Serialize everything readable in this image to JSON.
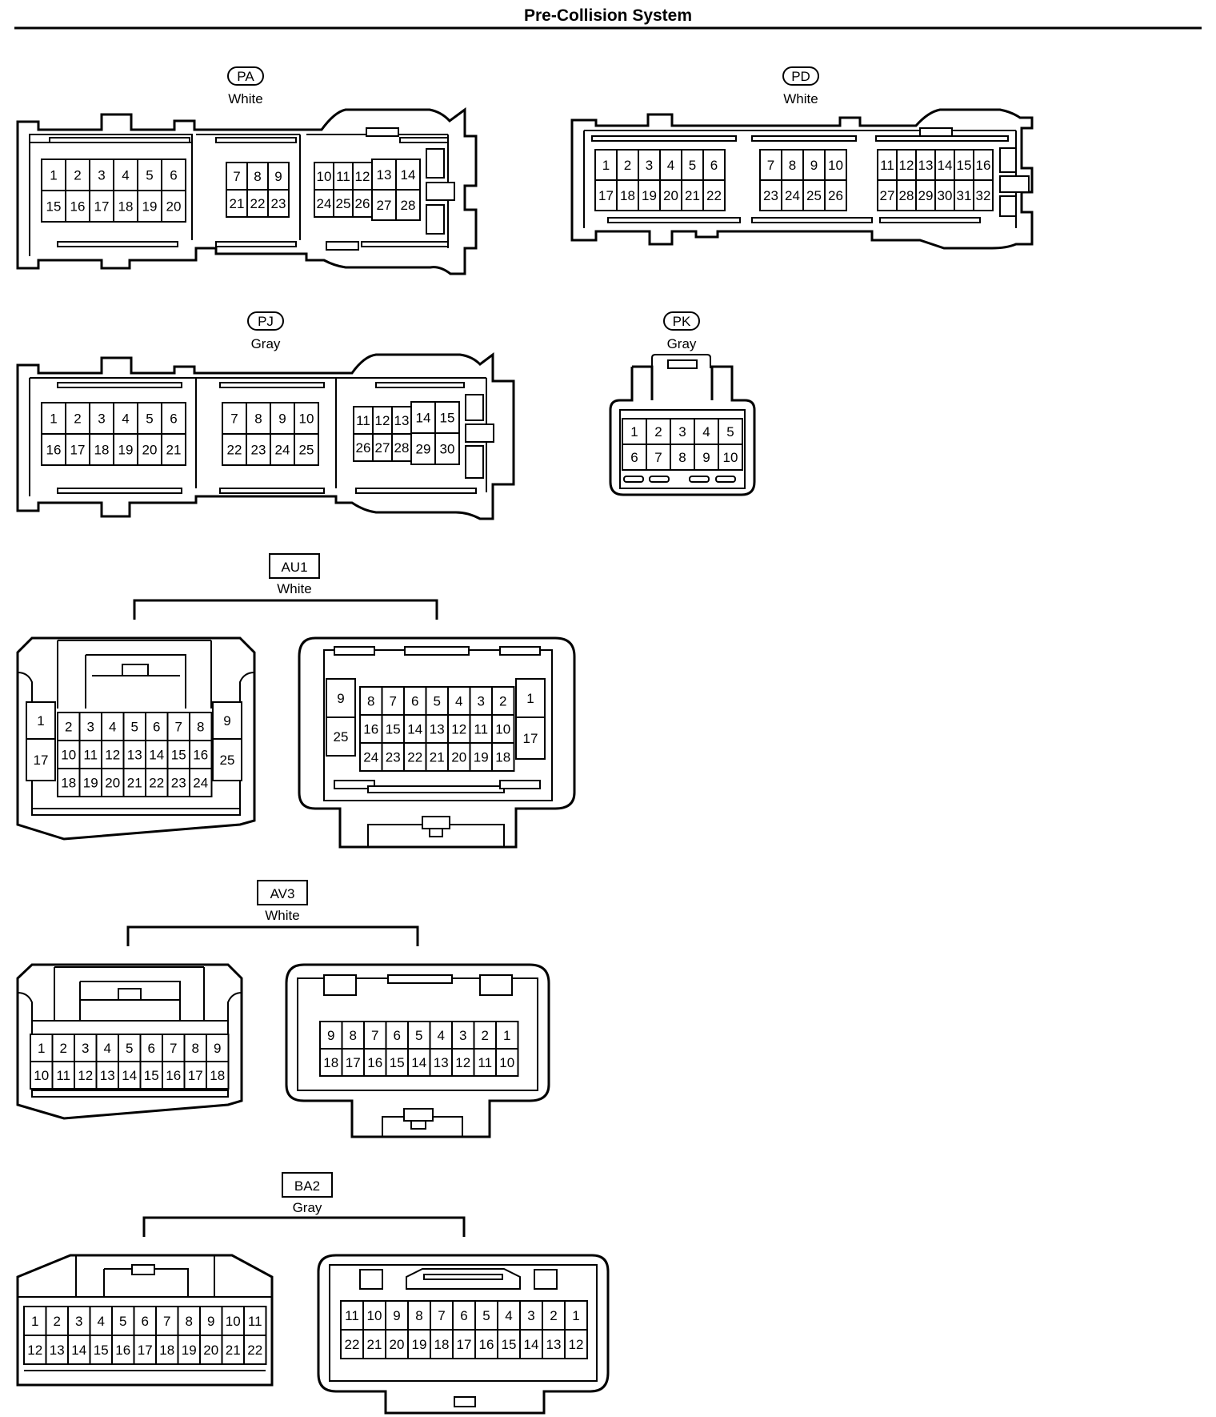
{
  "page_title": "Pre-Collision System",
  "connectors": [
    {
      "id": "PA",
      "color": "White",
      "shape": "rounded"
    },
    {
      "id": "PD",
      "color": "White",
      "shape": "rounded"
    },
    {
      "id": "PJ",
      "color": "Gray",
      "shape": "rounded"
    },
    {
      "id": "PK",
      "color": "Gray",
      "shape": "rounded"
    },
    {
      "id": "AU1",
      "color": "White",
      "shape": "box"
    },
    {
      "id": "AV3",
      "color": "White",
      "shape": "box"
    },
    {
      "id": "BA2",
      "color": "Gray",
      "shape": "box"
    }
  ]
}
